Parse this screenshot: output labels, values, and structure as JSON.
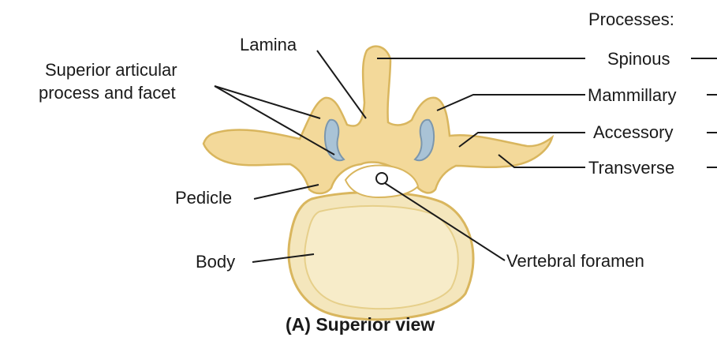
{
  "colors": {
    "bone": "#f3d99a",
    "bone_shadow": "#d9b65e",
    "body_fill": "#f4e6bc",
    "facet": "#a9c3d6",
    "line": "#1a1a1a"
  },
  "labels": {
    "processes_heading": "Processes:",
    "lamina": "Lamina",
    "superior_articular_line1": "Superior articular",
    "superior_articular_line2": "process and facet",
    "spinous": "Spinous",
    "mammillary": "Mammillary",
    "accessory": "Accessory",
    "transverse": "Transverse",
    "pedicle": "Pedicle",
    "body": "Body",
    "vertebral_foramen": "Vertebral foramen"
  },
  "caption": "(A) Superior view"
}
